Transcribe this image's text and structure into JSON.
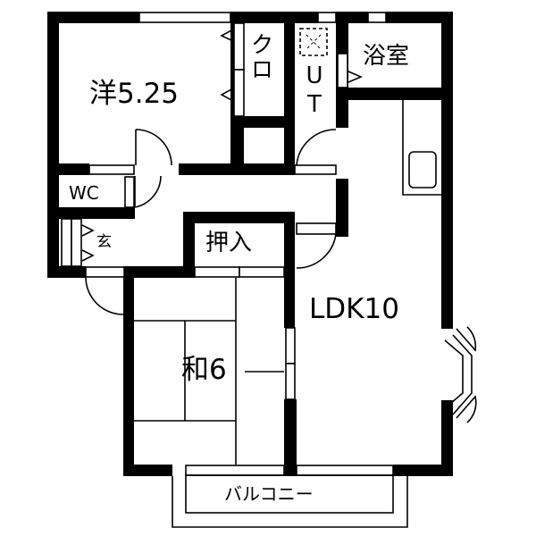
{
  "floorplan": {
    "colors": {
      "wall": "#000000",
      "background": "#ffffff",
      "line": "#000000"
    },
    "rooms": {
      "western": {
        "label": "洋5.25"
      },
      "closet": {
        "label": "クロ"
      },
      "utility": {
        "label": "UT"
      },
      "bath": {
        "label": "浴室"
      },
      "ldk": {
        "label": "LDK10"
      },
      "wc": {
        "label": "WC"
      },
      "entrance": {
        "label": "玄"
      },
      "storage": {
        "label": "押入"
      },
      "japanese": {
        "label": "和6"
      },
      "balcony": {
        "label": "バルコニー"
      }
    }
  }
}
